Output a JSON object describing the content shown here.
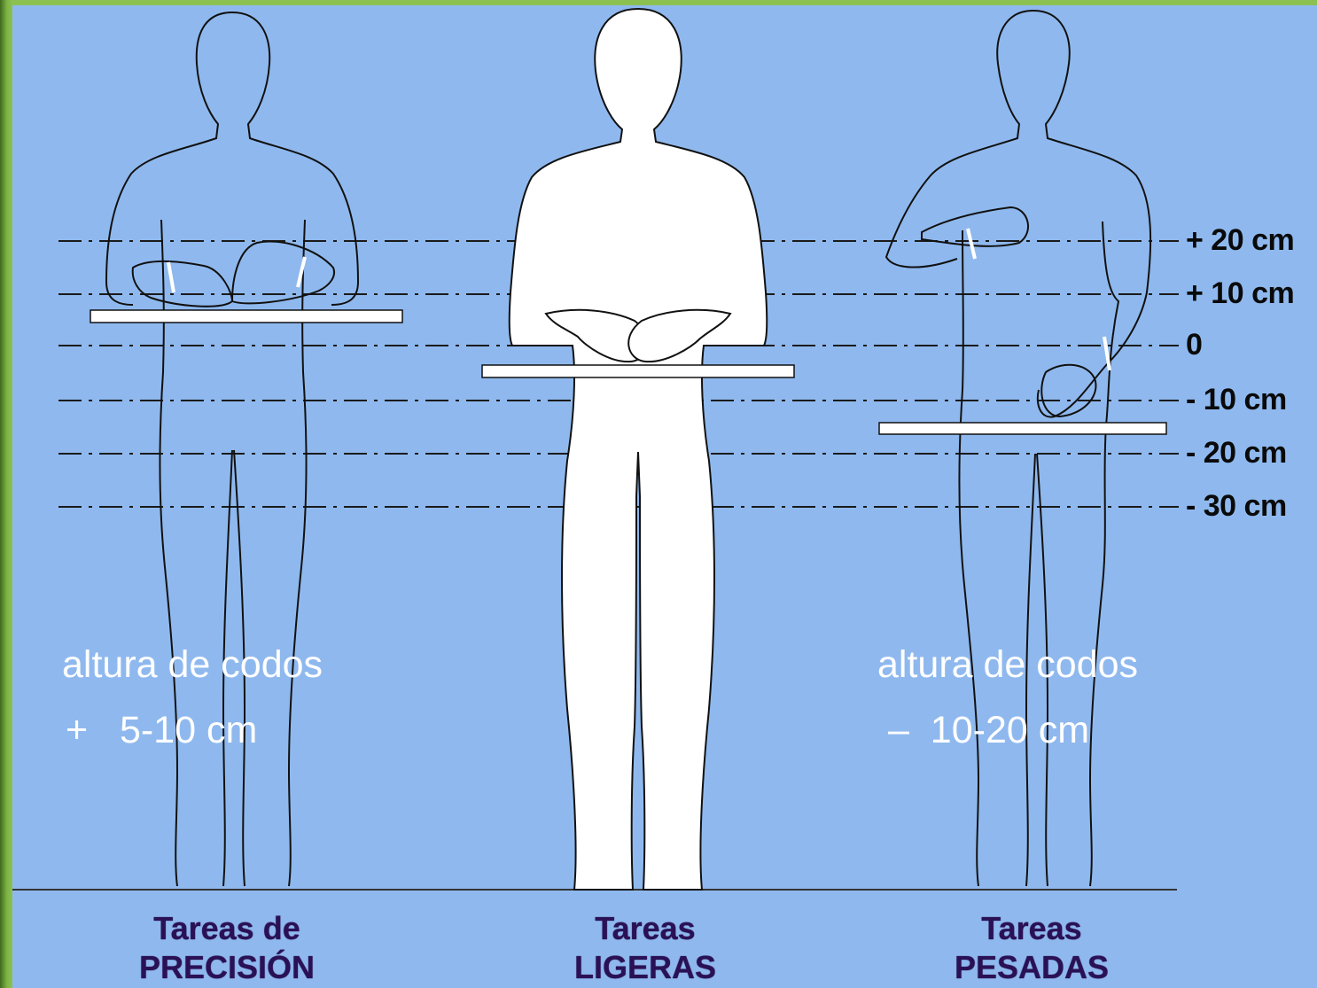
{
  "scale": {
    "labels": [
      "+ 20 cm",
      "+ 10 cm",
      "0",
      "- 10 cm",
      "- 20 cm",
      "- 30 cm"
    ]
  },
  "figures": [
    {
      "id": "precision",
      "caption_line1": "Tareas de",
      "caption_line2": "PRECISIÓN",
      "note_line1": "altura de codos",
      "note_line2": "+   5-10 cm"
    },
    {
      "id": "light",
      "caption_line1": "Tareas",
      "caption_line2": "LIGERAS"
    },
    {
      "id": "heavy",
      "caption_line1": "Tareas",
      "caption_line2": "PESADAS",
      "note_line1": "altura de codos",
      "note_line2": "–  10-20 cm"
    }
  ],
  "colors": {
    "background": "#8fb9ee",
    "frame": "#8cc152",
    "caption": "#2a1155",
    "outline": "#111111",
    "surface": "#ffffff"
  }
}
